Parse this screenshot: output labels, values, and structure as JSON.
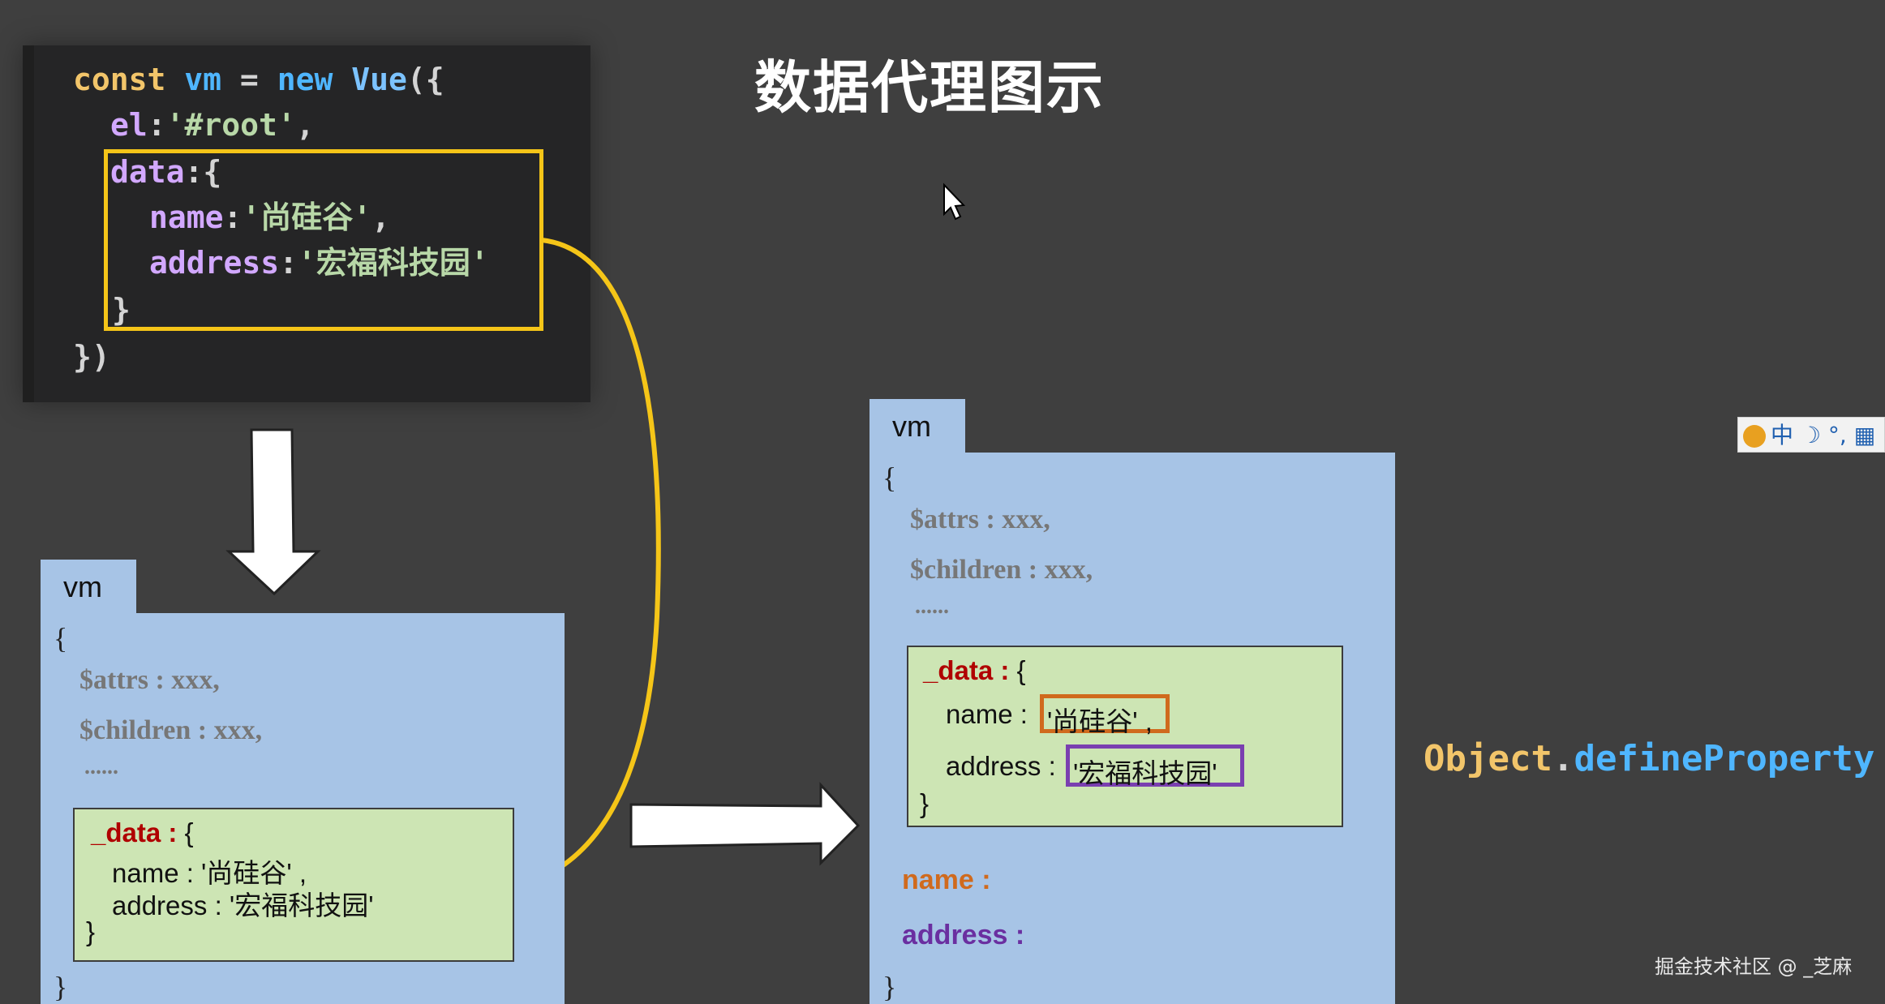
{
  "title": "数据代理图示",
  "code": {
    "line1": {
      "kw": "const",
      "var": "vm",
      "eq": " = ",
      "new": "new",
      "cls": "Vue",
      "open": "({"
    },
    "line2": {
      "prop": "el",
      "colon": ":",
      "str": "'#root'",
      "comma": ","
    },
    "line3": {
      "prop": "data",
      "rest": ":{"
    },
    "line4": {
      "prop": "name",
      "colon": ":",
      "str": "'尚硅谷'",
      "comma": ","
    },
    "line5": {
      "prop": "address",
      "colon": ":",
      "str": "'宏福科技园'"
    },
    "line6": "}",
    "line7": "})"
  },
  "left_vm": {
    "tab": "vm",
    "open_brace": "{",
    "attrs": "$attrs : xxx,",
    "children": "$children : xxx,",
    "ellipsis": "......",
    "data_key": "_data :",
    "data_open": " {",
    "name_line": "name : '尚硅谷' ,",
    "address_line": "address : '宏福科技园'",
    "data_close": "}",
    "close_brace": "}"
  },
  "right_vm": {
    "tab": "vm",
    "open_brace": "{",
    "attrs": "$attrs : xxx,",
    "children": "$children : xxx,",
    "ellipsis": "......",
    "data_key": "_data :",
    "data_open": " {",
    "name_key": "name :",
    "name_value": "'尚硅谷' ,",
    "address_key": "address :",
    "address_value": "'宏福科技园'",
    "data_close": "}",
    "accessor_name": "name :",
    "accessor_address": "address :",
    "close_brace": "}"
  },
  "define_property": {
    "object": "Object",
    "dot": ".",
    "method": "defineProperty"
  },
  "ime_toolbar": "中 ☽ °, ▦",
  "watermark": "掘金技术社区 @ _芝麻",
  "colors": {
    "background": "#3f3f3f",
    "vm_box": "#a7c4e6",
    "data_box": "#cde5b4",
    "highlight": "#f5c518",
    "name_arrow": "#d06a1d",
    "address_arrow": "#7a3fb0",
    "define_object": "#f2c56a",
    "define_method": "#4fb6ff"
  },
  "icons": [
    "down-arrow-icon",
    "right-arrow-icon",
    "curved-yellow-arrow-icon",
    "mouse-cursor-icon",
    "ime-logo-icon"
  ]
}
